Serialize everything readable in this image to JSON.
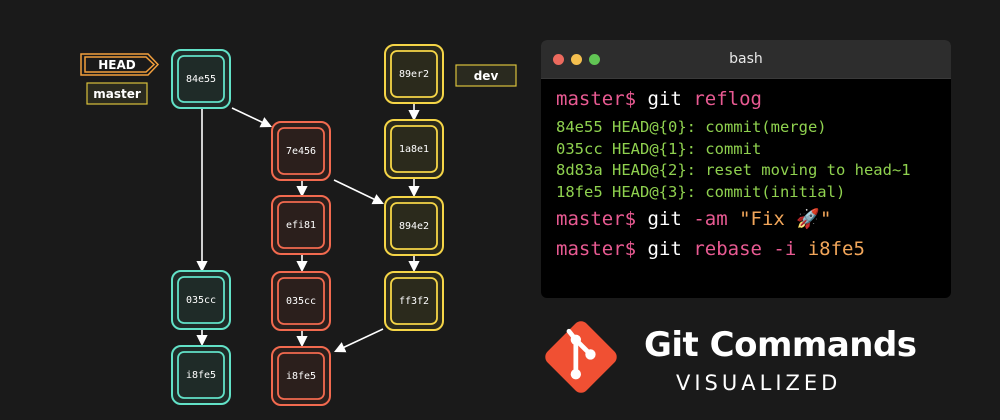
{
  "colors": {
    "teal": "#62e1c7",
    "red": "#f26a4f",
    "yellow": "#f5d547",
    "orange": "#f29f3d",
    "edge": "#ffffff",
    "git_logo": "#f05033"
  },
  "graph": {
    "head_label": "HEAD",
    "master_label": "master",
    "dev_label": "dev",
    "commits": {
      "c_84e55": "84e55",
      "c_035cc_a": "035cc",
      "c_i8fe5_a": "i8fe5",
      "c_7e456": "7e456",
      "c_efi81": "efi81",
      "c_035cc_b": "035cc",
      "c_i8fe5_b": "i8fe5",
      "c_89er2": "89er2",
      "c_1a8e1": "1a8e1",
      "c_894e2": "894e2",
      "c_ff3f2": "ff3f2"
    }
  },
  "terminal": {
    "title": "bash",
    "line1": {
      "prompt": "master$",
      "git": "git",
      "sub": "reflog"
    },
    "output": [
      "84e55 HEAD@{0}: commit(merge)",
      "035cc HEAD@{1}: commit",
      "8d83a HEAD@{2}: reset moving to head~1",
      "18fe5 HEAD@{3}: commit(initial)"
    ],
    "line2": {
      "prompt": "master$",
      "git": "git",
      "sub": "-am",
      "arg": "\"Fix 🚀\""
    },
    "line3": {
      "prompt": "master$",
      "git": "git",
      "sub": "rebase -i",
      "arg": "i8fe5"
    }
  },
  "brand": {
    "title": "Git Commands",
    "subtitle": "VISUALIZED"
  }
}
